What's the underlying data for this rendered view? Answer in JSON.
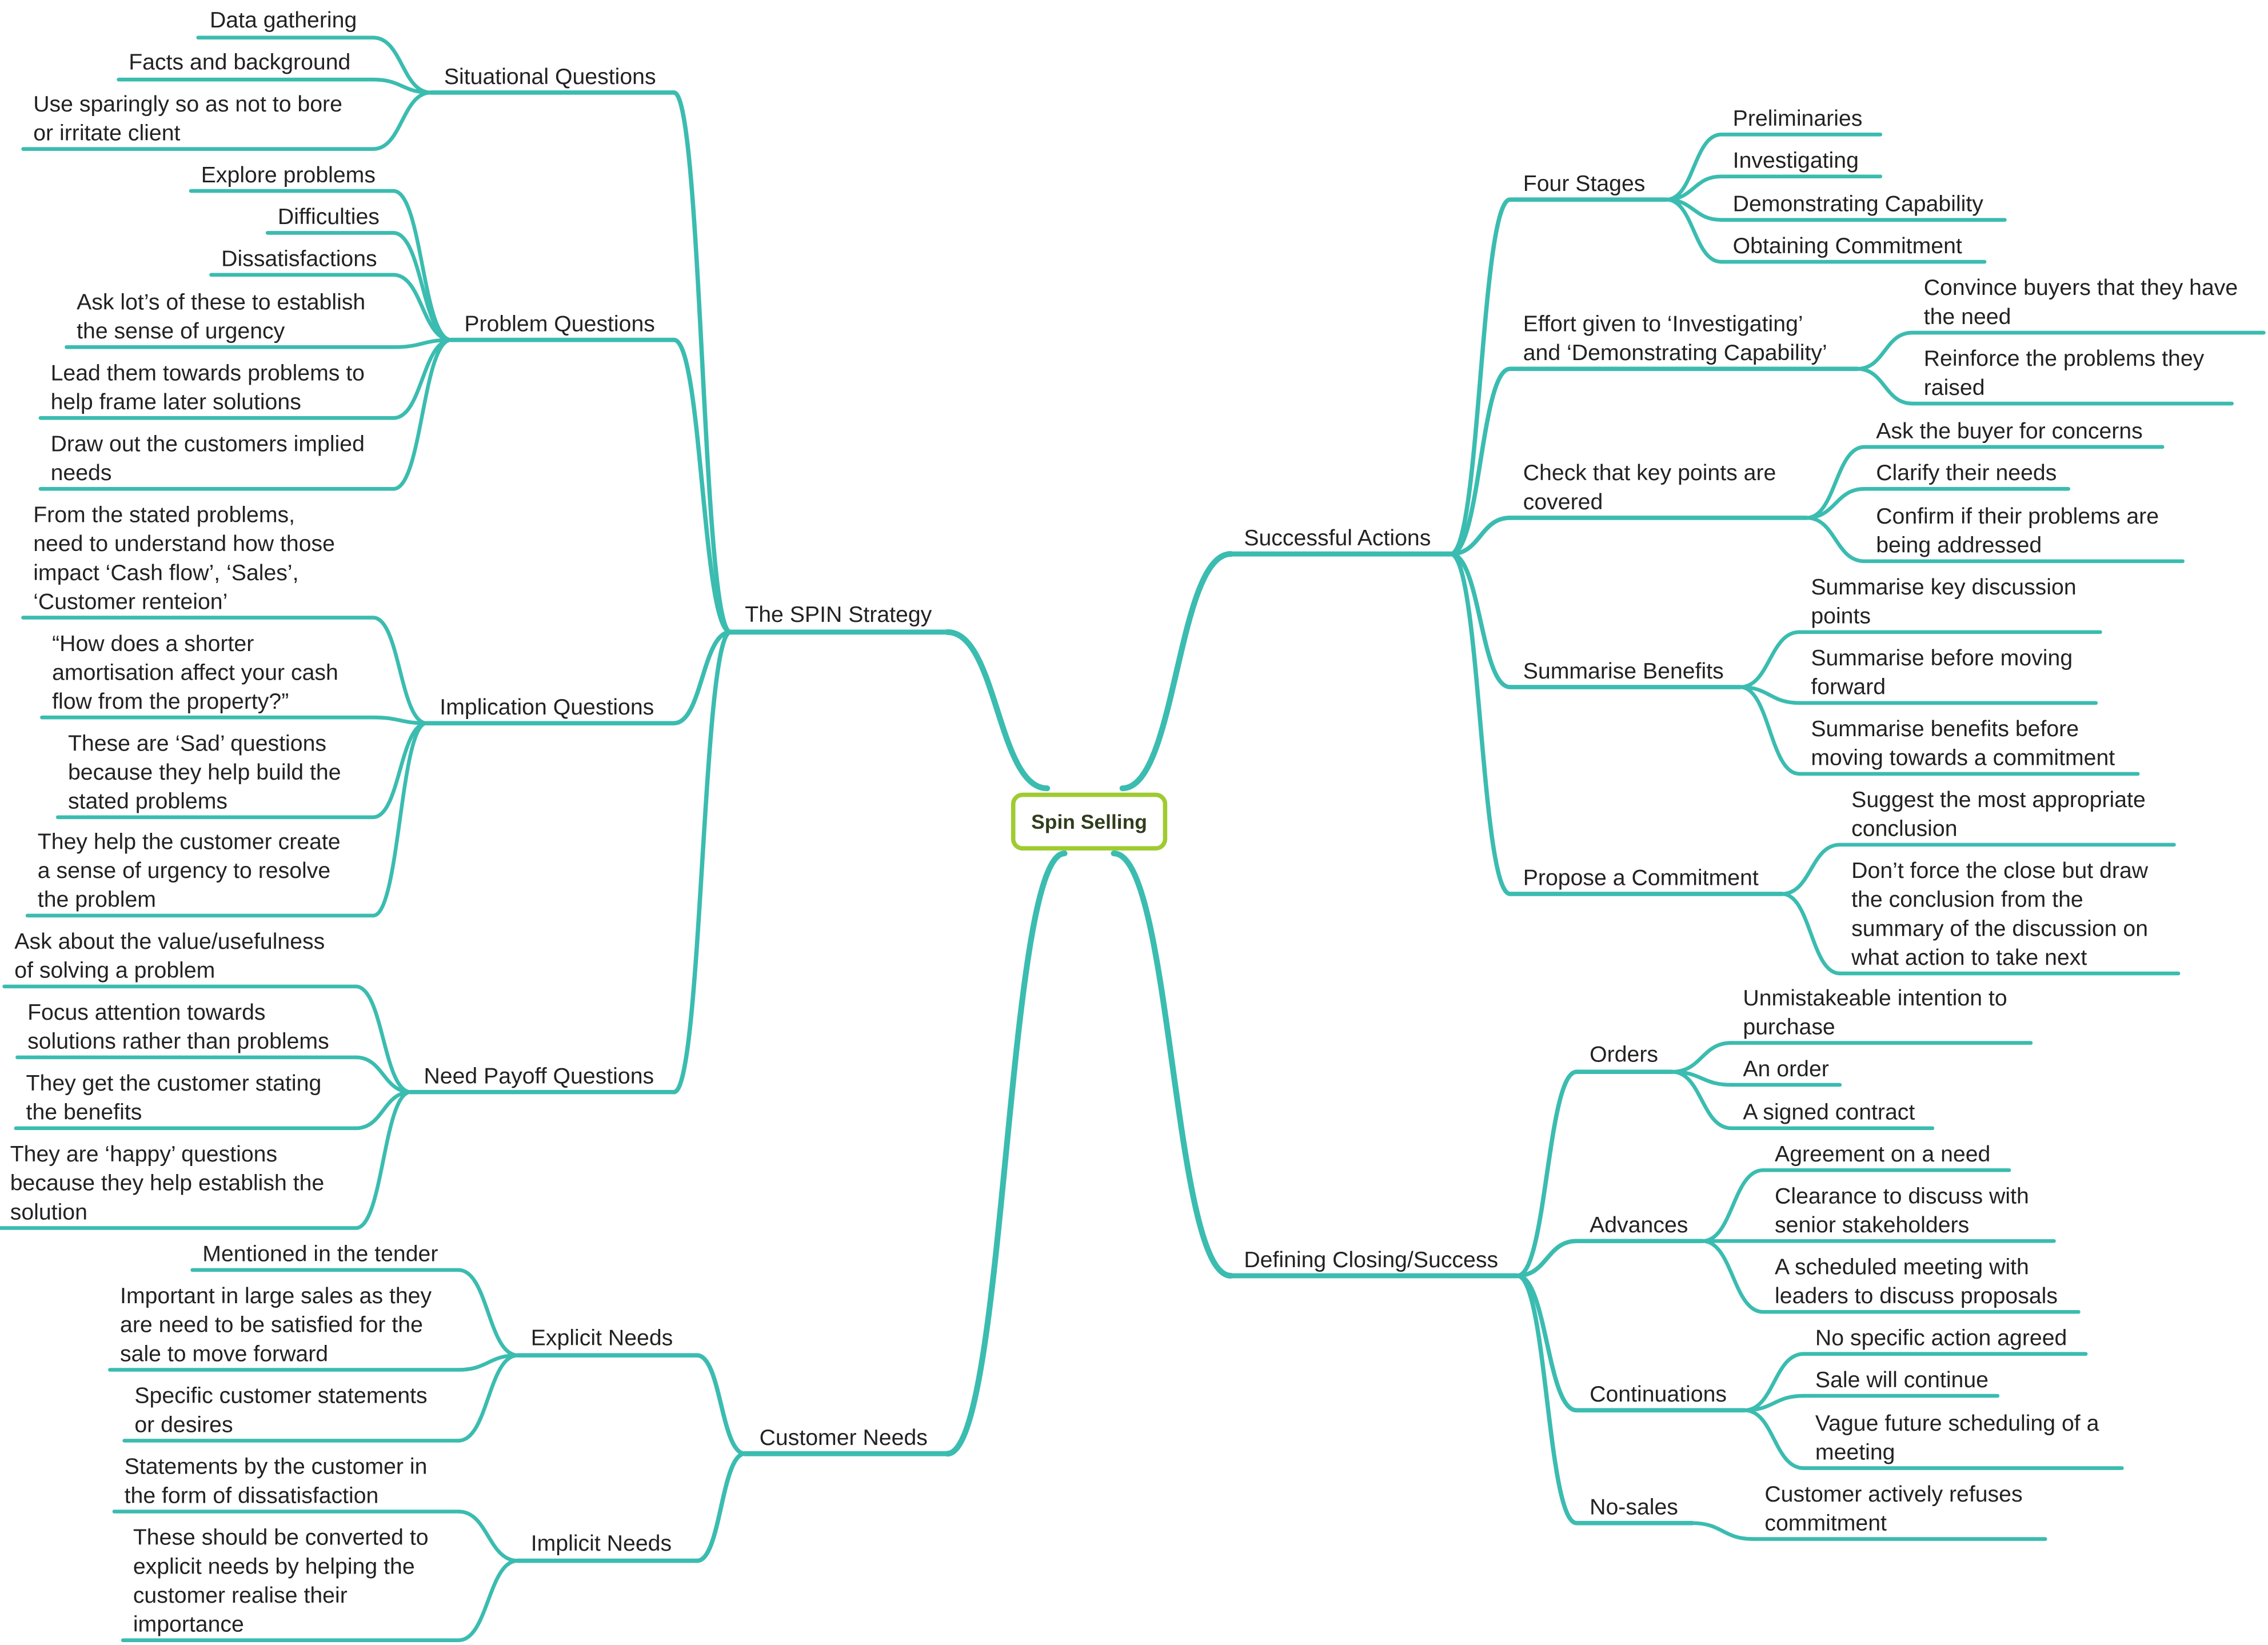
{
  "colors": {
    "branch": "#3bbcb0",
    "root_border": "#9fcb30",
    "text": "#222222"
  },
  "root": "Spin Selling",
  "branches": {
    "spin_strategy": "The SPIN Strategy",
    "situational": "Situational Questions",
    "sit_1": "Data gathering",
    "sit_2": "Facts and background",
    "sit_3": "Use sparingly so as not to bore\nor irritate client",
    "problem": "Problem Questions",
    "prob_1": "Explore problems",
    "prob_2": "Difficulties",
    "prob_3": "Dissatisfactions",
    "prob_4": "Ask lot’s of these to establish\nthe sense of urgency",
    "prob_5": "Lead them towards problems to\nhelp frame later solutions",
    "prob_6": "Draw out the customers implied\nneeds",
    "implication": "Implication Questions",
    "imp_1": "From the stated problems,\nneed to understand how those\nimpact ‘Cash flow’, ‘Sales’,\n‘Customer renteion’",
    "imp_2": "“How does a shorter\namortisation affect your cash\nflow from the property?”",
    "imp_3": "These are ‘Sad’ questions\nbecause they help build the\nstated problems",
    "imp_4": "They help the customer create\na sense of urgency to resolve\nthe problem",
    "need_payoff": "Need Payoff Questions",
    "np_1": "Ask about the value/usefulness\nof solving a problem",
    "np_2": "Focus attention towards\nsolutions rather than problems",
    "np_3": "They get the customer stating\nthe benefits",
    "np_4": "They are ‘happy’ questions\nbecause they help establish the\nsolution",
    "customer_needs": "Customer Needs",
    "explicit": "Explicit Needs",
    "exp_1": "Mentioned in the tender",
    "exp_2": "Important in large sales as they\nare need to be satisfied for the\nsale to move forward",
    "exp_3": "Specific customer statements\nor desires",
    "implicit": "Implicit Needs",
    "impl_1": "Statements by the customer in\nthe form of dissatisfaction",
    "impl_2": "These should be converted to\nexplicit needs by helping the\ncustomer realise their\nimportance",
    "successful_actions": "Successful Actions",
    "four_stages": "Four Stages",
    "fs_1": "Preliminaries",
    "fs_2": "Investigating",
    "fs_3": "Demonstrating Capability",
    "fs_4": "Obtaining Commitment",
    "effort": "Effort given to ‘Investigating’\nand ‘Demonstrating Capability’",
    "ef_1": "Convince buyers that they have\nthe need",
    "ef_2": "Reinforce the problems they\nraised",
    "check": "Check that key points are\ncovered",
    "ck_1": "Ask the buyer for concerns",
    "ck_2": "Clarify their needs",
    "ck_3": "Confirm if their problems are\nbeing addressed",
    "summarise": "Summarise Benefits",
    "sb_1": "Summarise key discussion\npoints",
    "sb_2": "Summarise before moving\nforward",
    "sb_3": "Summarise benefits before\nmoving towards a commitment",
    "propose": "Propose a Commitment",
    "pc_1": "Suggest the most appropriate\nconclusion",
    "pc_2": "Don’t force the close but draw\nthe conclusion from the\nsummary of the discussion on\nwhat action to take next",
    "defining": "Defining Closing/Success",
    "orders": "Orders",
    "or_1": "Unmistakeable intention to\npurchase",
    "or_2": "An order",
    "or_3": "A signed contract",
    "advances": "Advances",
    "ad_1": "Agreement on a need",
    "ad_2": "Clearance to discuss with\nsenior stakeholders",
    "ad_3": "A scheduled meeting with\nleaders to discuss proposals",
    "continuations": "Continuations",
    "co_1": "No specific action agreed",
    "co_2": "Sale will continue",
    "co_3": "Vague future scheduling of a\nmeeting",
    "nosales": "No-sales",
    "ns_1": "Customer actively refuses\ncommitment"
  }
}
